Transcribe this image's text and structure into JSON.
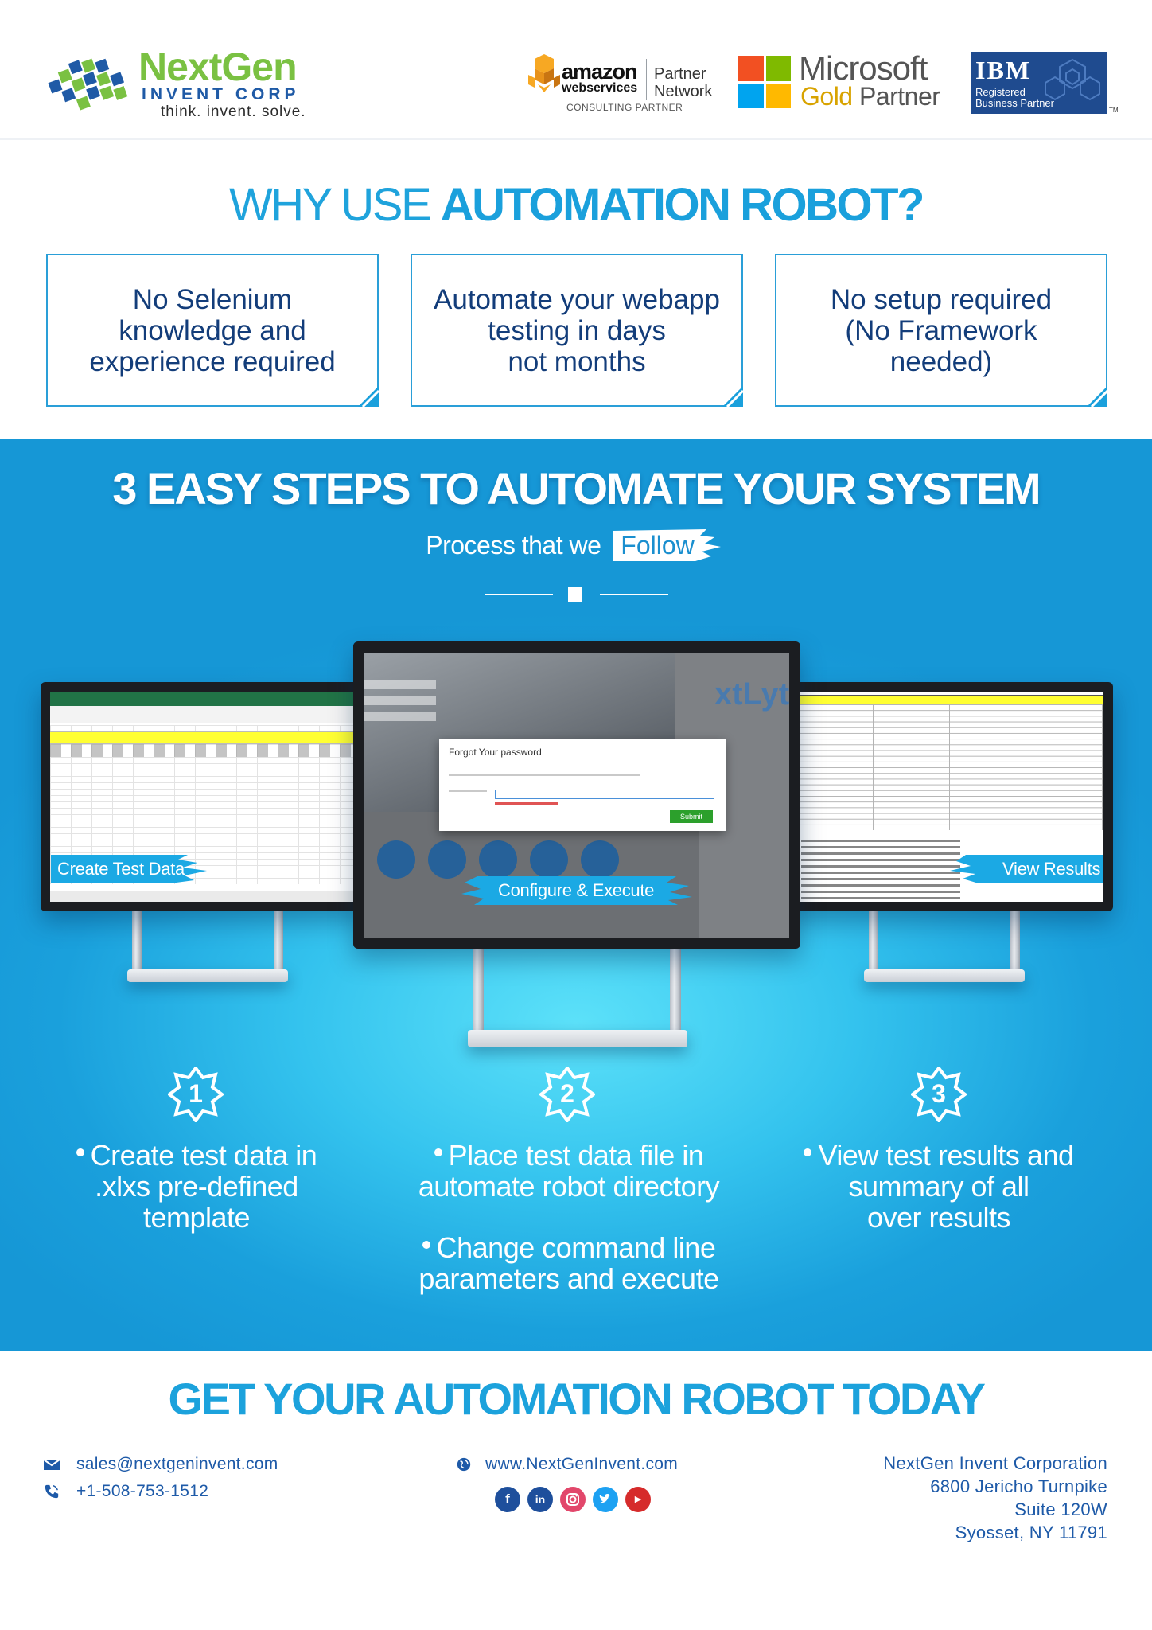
{
  "header": {
    "brand_name": "NextGen",
    "brand_corp": "INVENT CORP",
    "brand_tagline": "think. invent. solve.",
    "aws_amazon": "amazon",
    "aws_webservices": "webservices",
    "aws_partner_line1": "Partner",
    "aws_partner_line2": "Network",
    "aws_consulting": "CONSULTING PARTNER",
    "ms_word": "Microsoft",
    "ms_gold": "Gold",
    "ms_partner": "Partner",
    "ibm_word": "IBM",
    "ibm_line1": "Registered",
    "ibm_line2": "Business Partner",
    "ibm_tm": "TM"
  },
  "why": {
    "title_light": "WHY USE ",
    "title_bold": "AUTOMATION ROBOT?",
    "cards": [
      {
        "l1": "No Selenium",
        "l2": "knowledge and",
        "l3": "experience required"
      },
      {
        "l1": "Automate your webapp",
        "l2": "testing in days",
        "l3": "not months"
      },
      {
        "l1": "No setup required",
        "l2": "(No Framework",
        "l3": "needed)"
      }
    ]
  },
  "steps": {
    "title": "3 EASY STEPS TO AUTOMATE YOUR SYSTEM",
    "process_pre": "Process that we",
    "process_follow": "Follow",
    "screens": {
      "left_label": "Create Test Data",
      "center_label": "Configure & Execute",
      "right_label": "View Results",
      "modal_title": "Forgot Your password",
      "modal_button": "Submit",
      "center_logo": "xtLyt"
    },
    "badges": [
      "1",
      "2",
      "3"
    ],
    "step1": [
      "Create test data in",
      ".xlxs pre-defined",
      "template"
    ],
    "step2a": [
      "Place test data file in",
      "automate robot directory"
    ],
    "step2b": [
      "Change command line",
      "parameters and execute"
    ],
    "step3": [
      "View test results and",
      "summary of all",
      "over results"
    ]
  },
  "footer": {
    "cta": "GET YOUR AUTOMATION ROBOT TODAY",
    "email": "sales@nextgeninvent.com",
    "phone": "+1-508-753-1512",
    "website": "www.NextGenInvent.com",
    "address": [
      "NextGen Invent Corporation",
      "6800 Jericho Turnpike",
      "Suite 120W",
      "Syosset, NY 11791"
    ],
    "social_icons": [
      "facebook-icon",
      "linkedin-icon",
      "instagram-icon",
      "twitter-icon",
      "youtube-icon"
    ]
  },
  "colors": {
    "brand_green": "#7ac142",
    "brand_blue": "#1f5aa6",
    "accent_cyan": "#1aa0dc",
    "navy_text": "#133d7a"
  }
}
